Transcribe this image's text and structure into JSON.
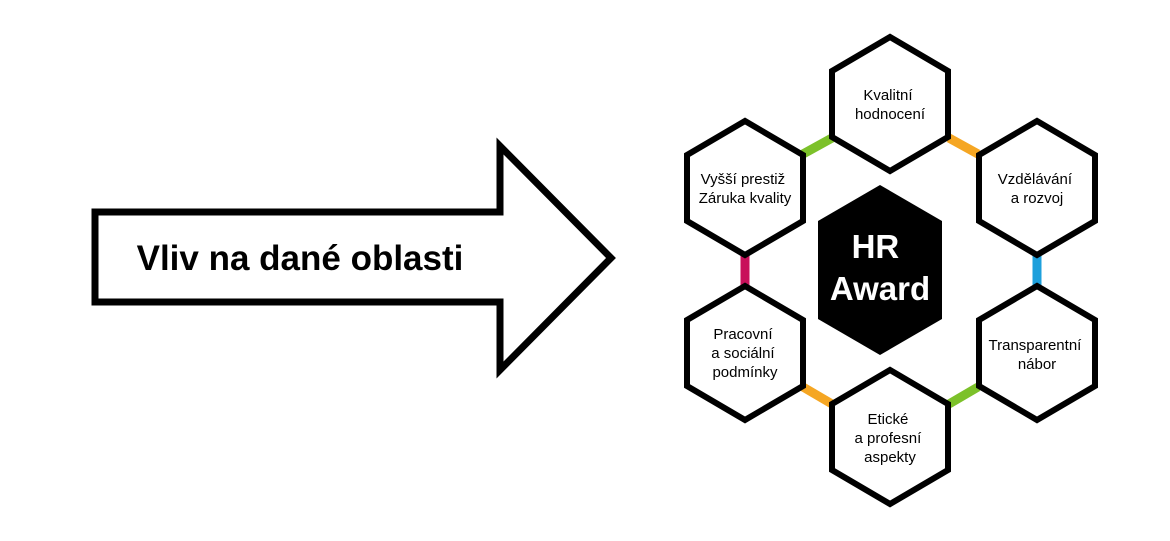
{
  "arrow": {
    "label": "Vliv na dané oblasti"
  },
  "center": {
    "line1": "HR",
    "line2": "Award",
    "color": "#000000"
  },
  "hexagons": [
    {
      "lines": [
        "Kvalitní",
        "hodnocení"
      ]
    },
    {
      "lines": [
        "Vzdělávání",
        "a rozvoj"
      ]
    },
    {
      "lines": [
        "Transparentní",
        "nábor"
      ]
    },
    {
      "lines": [
        "Etické",
        "a profesní",
        "aspekty"
      ]
    },
    {
      "lines": [
        "Pracovní",
        "a sociální",
        "podmínky"
      ]
    },
    {
      "lines": [
        "Vyšší prestiž",
        "Záruka kvality"
      ]
    }
  ],
  "connectors": [
    {
      "color": "#f5a623"
    },
    {
      "color": "#1ea0dc"
    },
    {
      "color": "#7cc12a"
    },
    {
      "color": "#f5a623"
    },
    {
      "color": "#c8105a"
    },
    {
      "color": "#7cc12a"
    }
  ]
}
